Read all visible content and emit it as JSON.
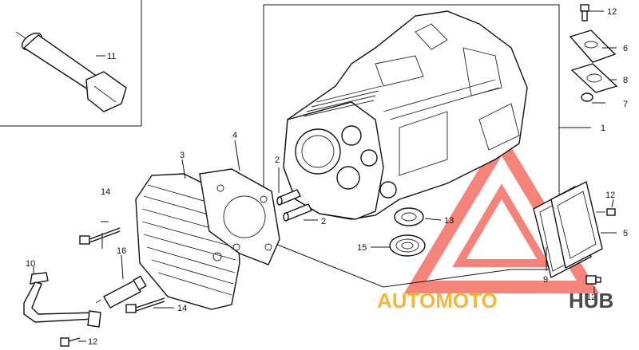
{
  "callouts": [
    {
      "id": "c1",
      "text": "1"
    },
    {
      "id": "c2a",
      "text": "2"
    },
    {
      "id": "c2b",
      "text": "2"
    },
    {
      "id": "c3",
      "text": "3"
    },
    {
      "id": "c4",
      "text": "4"
    },
    {
      "id": "c5",
      "text": "5"
    },
    {
      "id": "c6",
      "text": "6"
    },
    {
      "id": "c7",
      "text": "7"
    },
    {
      "id": "c8",
      "text": "8"
    },
    {
      "id": "c9",
      "text": "9"
    },
    {
      "id": "c10",
      "text": "10"
    },
    {
      "id": "c11",
      "text": "11"
    },
    {
      "id": "c12a",
      "text": "12"
    },
    {
      "id": "c12b",
      "text": "12"
    },
    {
      "id": "c12c",
      "text": "12"
    },
    {
      "id": "c12d",
      "text": "12"
    },
    {
      "id": "c13",
      "text": "13"
    },
    {
      "id": "c14a",
      "text": "14"
    },
    {
      "id": "c14b",
      "text": "14"
    },
    {
      "id": "c15",
      "text": "15"
    },
    {
      "id": "c16",
      "text": "16"
    }
  ],
  "watermark": {
    "part1": "AUTOMOTO",
    "part2": "HUB",
    "color_primary": "#f25a4e",
    "color_secondary": "#f5b63b",
    "color_dark": "#4a4a4a"
  },
  "colors": {
    "ink": "#111111",
    "background": "#ffffff"
  }
}
